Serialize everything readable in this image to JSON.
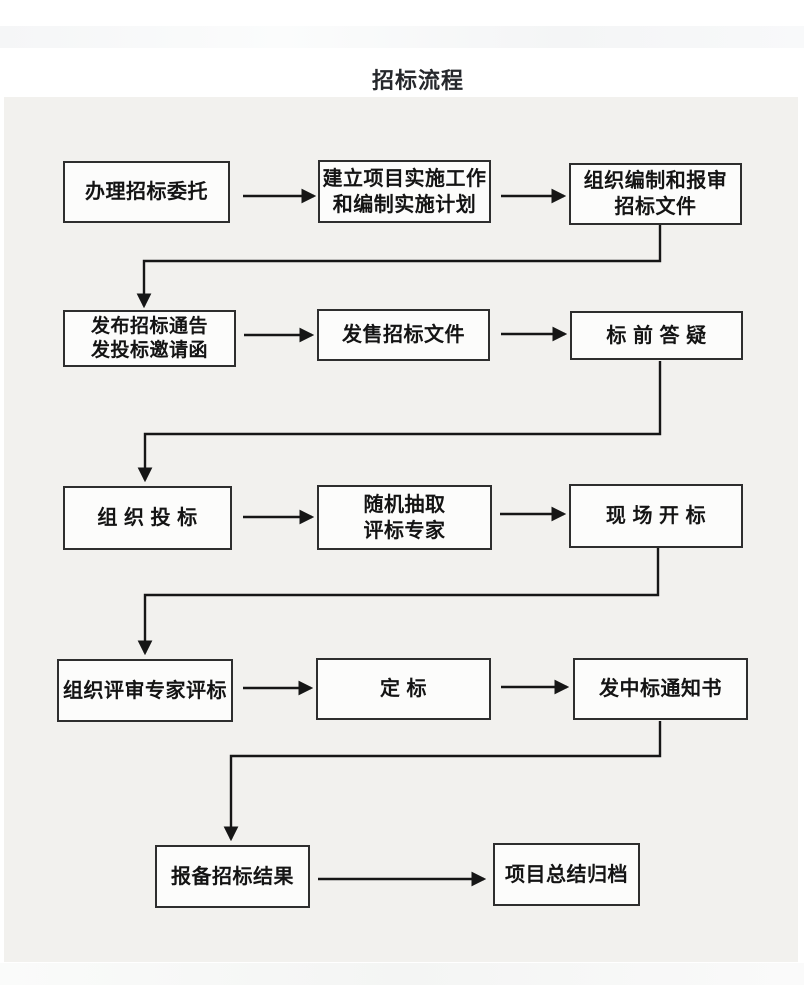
{
  "page": {
    "title": "招标流程"
  },
  "diagram": {
    "type": "flowchart",
    "nodes": [
      {
        "line1": "办理招标委托"
      },
      {
        "line1": "建立项目实施工作",
        "line2": "和编制实施计划"
      },
      {
        "line1": "组织编制和报审",
        "line2": "招标文件"
      },
      {
        "line1": "发布招标通告",
        "line2": "发投标邀请函"
      },
      {
        "line1": "发售招标文件"
      },
      {
        "line1": "标 前 答 疑"
      },
      {
        "line1": "组 织 投 标"
      },
      {
        "line1": "随机抽取",
        "line2": "评标专家"
      },
      {
        "line1": "现 场 开 标"
      },
      {
        "line1": "组织评审专家评标"
      },
      {
        "line1": "定 标"
      },
      {
        "line1": "发中标通知书"
      },
      {
        "line1": "报备招标结果"
      },
      {
        "line1": "项目总结归档"
      }
    ],
    "flow_sequence": [
      "办理招标委托",
      "建立项目实施工作和编制实施计划",
      "组织编制和报审招标文件",
      "发布招标通告发投标邀请函",
      "发售招标文件",
      "标前答疑",
      "组织投标",
      "随机抽取评标专家",
      "现场开标",
      "组织评审专家评标",
      "定标",
      "发中标通知书",
      "报备招标结果",
      "项目总结归档"
    ],
    "colors": {
      "panel_background": "#f2f1ee",
      "node_fill": "#fcfcfb",
      "node_border": "#2e2e2e",
      "line": "#161616",
      "text": "#141414"
    }
  }
}
